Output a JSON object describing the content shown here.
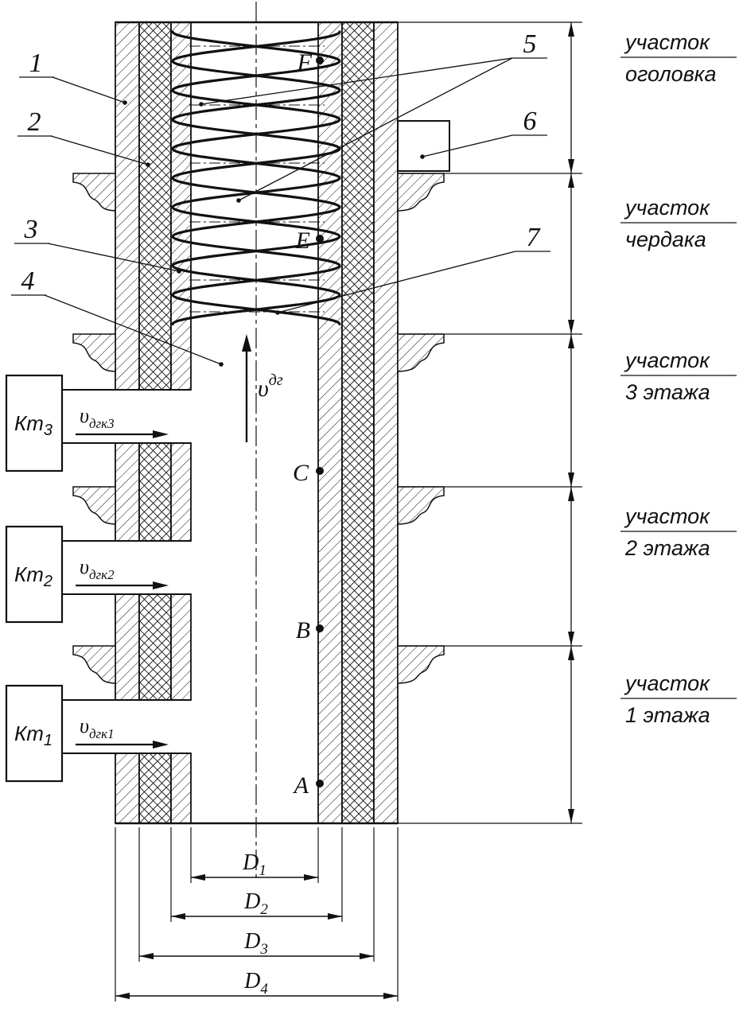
{
  "part_labels": [
    "1",
    "2",
    "3",
    "4",
    "5",
    "6",
    "7"
  ],
  "points": [
    "F",
    "E",
    "C",
    "B",
    "A"
  ],
  "sections": [
    {
      "line1": "участок",
      "line2": "оголовка"
    },
    {
      "line1": "участок",
      "line2": "чердака"
    },
    {
      "line1": "участок",
      "line2": "3 этажа"
    },
    {
      "line1": "участок",
      "line2": "2 этажа"
    },
    {
      "line1": "участок",
      "line2": "1 этажа"
    }
  ],
  "collectors": [
    {
      "label": "Кт",
      "sub": "3",
      "flow_symbol": "υ",
      "flow_sub": "дгк3"
    },
    {
      "label": "Кт",
      "sub": "2",
      "flow_symbol": "υ",
      "flow_sub": "дгк2"
    },
    {
      "label": "Кт",
      "sub": "1",
      "flow_symbol": "υ",
      "flow_sub": "дгк1"
    }
  ],
  "main_flow": {
    "symbol": "υ",
    "sup": "дг"
  },
  "diameters": [
    {
      "symbol": "D",
      "sub": "1"
    },
    {
      "symbol": "D",
      "sub": "2"
    },
    {
      "symbol": "D",
      "sub": "3"
    },
    {
      "symbol": "D",
      "sub": "4"
    }
  ],
  "colors": {
    "ink": "#111111",
    "paper": "#ffffff"
  }
}
